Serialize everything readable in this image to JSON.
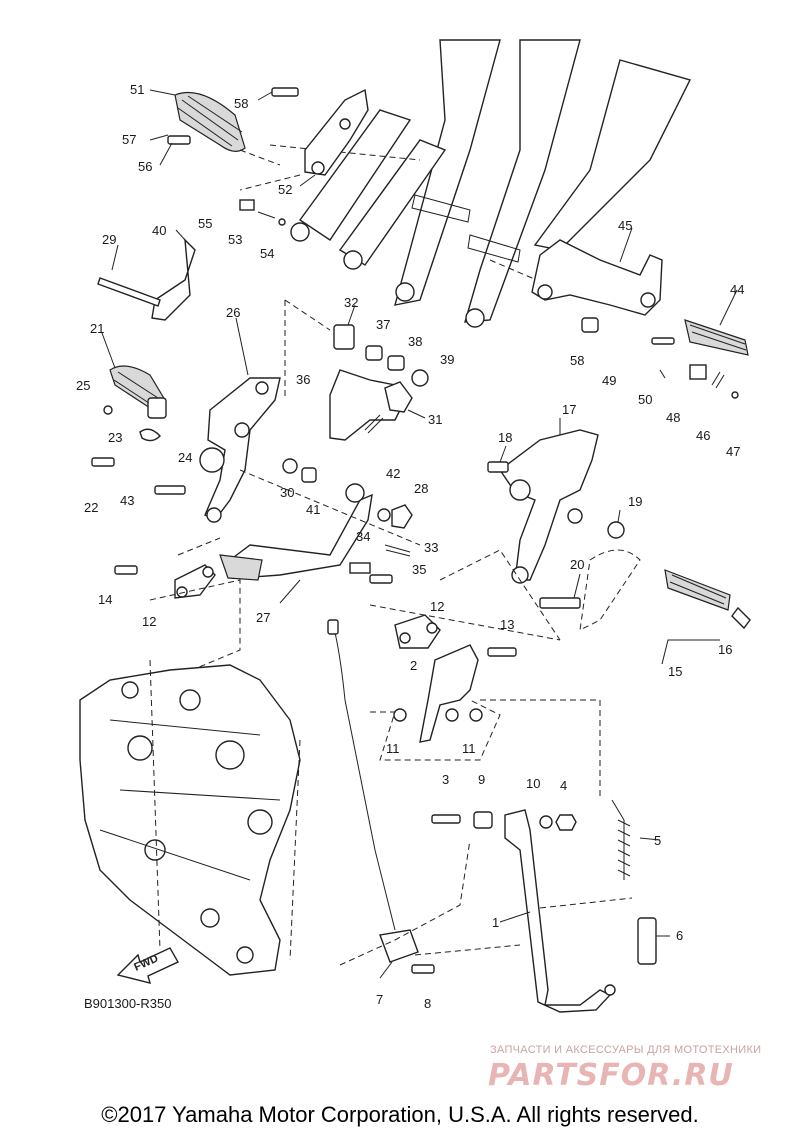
{
  "diagram": {
    "code": "B901300-R350",
    "fwd_label": "FWD",
    "callouts": [
      {
        "id": "51",
        "label": "51"
      },
      {
        "id": "58a",
        "label": "58"
      },
      {
        "id": "57",
        "label": "57"
      },
      {
        "id": "56",
        "label": "56"
      },
      {
        "id": "52",
        "label": "52"
      },
      {
        "id": "55",
        "label": "55"
      },
      {
        "id": "53",
        "label": "53"
      },
      {
        "id": "54",
        "label": "54"
      },
      {
        "id": "29",
        "label": "29"
      },
      {
        "id": "40",
        "label": "40"
      },
      {
        "id": "45",
        "label": "45"
      },
      {
        "id": "44",
        "label": "44"
      },
      {
        "id": "21",
        "label": "21"
      },
      {
        "id": "26",
        "label": "26"
      },
      {
        "id": "32",
        "label": "32"
      },
      {
        "id": "37",
        "label": "37"
      },
      {
        "id": "38",
        "label": "38"
      },
      {
        "id": "39",
        "label": "39"
      },
      {
        "id": "36",
        "label": "36"
      },
      {
        "id": "58b",
        "label": "58"
      },
      {
        "id": "49",
        "label": "49"
      },
      {
        "id": "50",
        "label": "50"
      },
      {
        "id": "48",
        "label": "48"
      },
      {
        "id": "46",
        "label": "46"
      },
      {
        "id": "47",
        "label": "47"
      },
      {
        "id": "25",
        "label": "25"
      },
      {
        "id": "23",
        "label": "23"
      },
      {
        "id": "24",
        "label": "24"
      },
      {
        "id": "31",
        "label": "31"
      },
      {
        "id": "17",
        "label": "17"
      },
      {
        "id": "18",
        "label": "18"
      },
      {
        "id": "22",
        "label": "22"
      },
      {
        "id": "43",
        "label": "43"
      },
      {
        "id": "30",
        "label": "30"
      },
      {
        "id": "41",
        "label": "41"
      },
      {
        "id": "42",
        "label": "42"
      },
      {
        "id": "28",
        "label": "28"
      },
      {
        "id": "19",
        "label": "19"
      },
      {
        "id": "34",
        "label": "34"
      },
      {
        "id": "33",
        "label": "33"
      },
      {
        "id": "35",
        "label": "35"
      },
      {
        "id": "14",
        "label": "14"
      },
      {
        "id": "12a",
        "label": "12"
      },
      {
        "id": "27",
        "label": "27"
      },
      {
        "id": "20",
        "label": "20"
      },
      {
        "id": "12b",
        "label": "12"
      },
      {
        "id": "13",
        "label": "13"
      },
      {
        "id": "16",
        "label": "16"
      },
      {
        "id": "15",
        "label": "15"
      },
      {
        "id": "2",
        "label": "2"
      },
      {
        "id": "11a",
        "label": "11"
      },
      {
        "id": "11b",
        "label": "11"
      },
      {
        "id": "3",
        "label": "3"
      },
      {
        "id": "9",
        "label": "9"
      },
      {
        "id": "10",
        "label": "10"
      },
      {
        "id": "4",
        "label": "4"
      },
      {
        "id": "5",
        "label": "5"
      },
      {
        "id": "1",
        "label": "1"
      },
      {
        "id": "6",
        "label": "6"
      },
      {
        "id": "7",
        "label": "7"
      },
      {
        "id": "8",
        "label": "8"
      }
    ]
  },
  "watermark": {
    "caption": "ЗАПЧАСТИ И АКСЕССУАРЫ ДЛЯ МОТОТЕХНИКИ",
    "logo": "PARTSFOR.RU"
  },
  "copyright": "©2017 Yamaha Motor Corporation, U.S.A. All rights reserved."
}
